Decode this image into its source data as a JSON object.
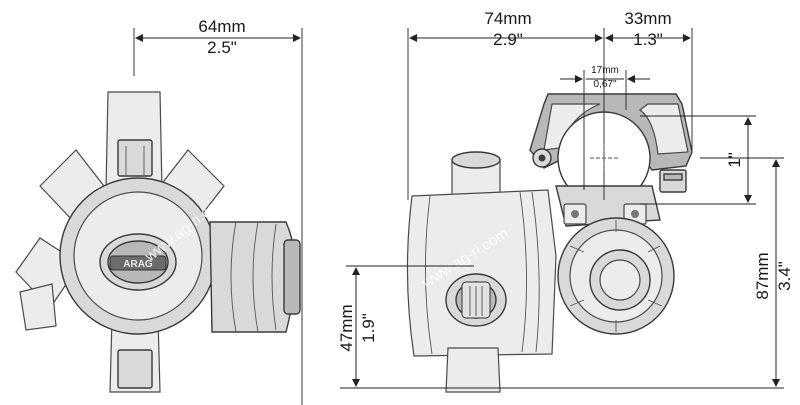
{
  "dimensions": {
    "left_width": {
      "mm": "64mm",
      "inch": "2.5\""
    },
    "right_width": {
      "mm": "74mm",
      "inch": "2.9\""
    },
    "clamp_offset": {
      "mm": "33mm",
      "inch": "1.3\""
    },
    "bore": {
      "mm": "17mm",
      "inch": "0,67\""
    },
    "clamp_height": {
      "inch": "1\""
    },
    "total_height": {
      "mm": "87mm",
      "inch": "3.4\""
    },
    "lower_height": {
      "mm": "47mm",
      "inch": "1.9\""
    }
  },
  "watermark": "www.ag-ri.com",
  "logo_text": "ARAG"
}
